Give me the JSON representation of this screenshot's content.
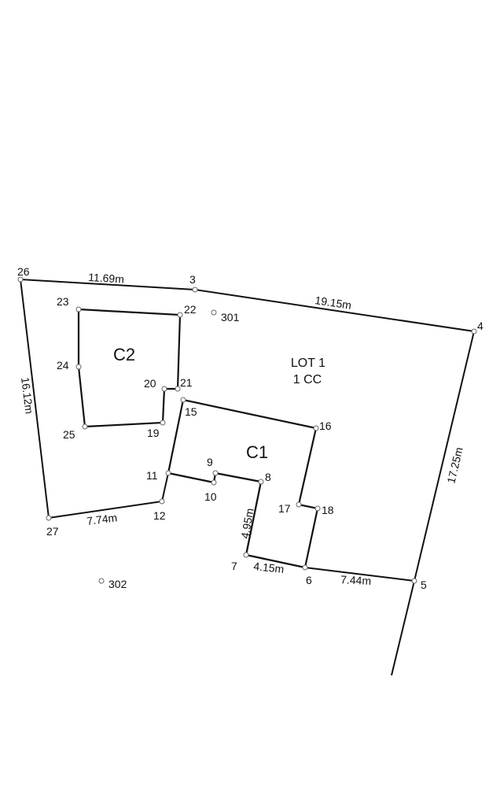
{
  "plan": {
    "lot": {
      "name": "LOT 1",
      "type": "1 CC"
    },
    "buildings": [
      {
        "id": "c1",
        "label": "C1"
      },
      {
        "id": "c2",
        "label": "C2"
      }
    ],
    "points": [
      {
        "id": "p3",
        "label": "3"
      },
      {
        "id": "p4",
        "label": "4"
      },
      {
        "id": "p5",
        "label": "5"
      },
      {
        "id": "p6",
        "label": "6"
      },
      {
        "id": "p7",
        "label": "7"
      },
      {
        "id": "p8",
        "label": "8"
      },
      {
        "id": "p9",
        "label": "9"
      },
      {
        "id": "p10",
        "label": "10"
      },
      {
        "id": "p11",
        "label": "11"
      },
      {
        "id": "p12",
        "label": "12"
      },
      {
        "id": "p15",
        "label": "15"
      },
      {
        "id": "p16",
        "label": "16"
      },
      {
        "id": "p17",
        "label": "17"
      },
      {
        "id": "p18",
        "label": "18"
      },
      {
        "id": "p19",
        "label": "19"
      },
      {
        "id": "p20",
        "label": "20"
      },
      {
        "id": "p21",
        "label": "21"
      },
      {
        "id": "p22",
        "label": "22"
      },
      {
        "id": "p23",
        "label": "23"
      },
      {
        "id": "p24",
        "label": "24"
      },
      {
        "id": "p25",
        "label": "25"
      },
      {
        "id": "p26",
        "label": "26"
      },
      {
        "id": "p27",
        "label": "27"
      },
      {
        "id": "p301",
        "label": "301"
      },
      {
        "id": "p302",
        "label": "302"
      }
    ],
    "dimensions": [
      {
        "id": "d1",
        "label": "11.69m"
      },
      {
        "id": "d2",
        "label": "19.15m"
      },
      {
        "id": "d3",
        "label": "17.25m"
      },
      {
        "id": "d4",
        "label": "7.44m"
      },
      {
        "id": "d5",
        "label": "4.15m"
      },
      {
        "id": "d6",
        "label": "4.95m"
      },
      {
        "id": "d7",
        "label": "7.74m"
      },
      {
        "id": "d8",
        "label": "16.12m"
      }
    ]
  }
}
